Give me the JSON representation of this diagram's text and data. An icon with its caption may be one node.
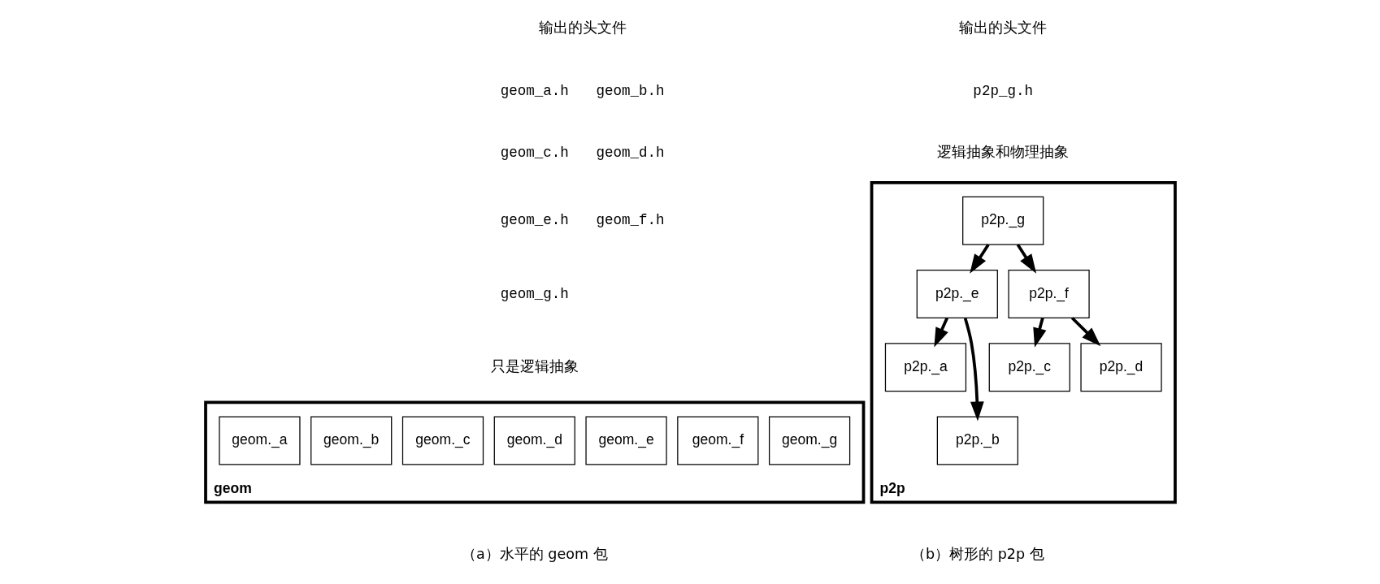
{
  "diagram": {
    "nodes": [
      {
        "text": [
          "geom"
        ]
      },
      {
        "text": [
          "geom._a"
        ],
        "in": 0
      },
      {
        "text": [
          "geom._b"
        ],
        "in": 0
      },
      {
        "text": [
          "geom._c"
        ],
        "in": 0
      },
      {
        "text": [
          "geom._d"
        ],
        "in": 0
      },
      {
        "text": [
          "geom._e"
        ],
        "in": 0
      },
      {
        "text": [
          "geom._f"
        ],
        "in": 0
      },
      {
        "text": [
          "geom._g"
        ],
        "in": 0
      },
      {
        "text": [
          "p2p"
        ]
      },
      {
        "text": [
          "p2p._g"
        ],
        "in": 8
      },
      {
        "text": [
          "p2p._e"
        ],
        "in": 8
      },
      {
        "text": [
          "p2p._f"
        ],
        "in": 8
      },
      {
        "text": [
          "p2p._a"
        ],
        "in": 8
      },
      {
        "text": [
          "p2p._b"
        ],
        "in": 8
      },
      {
        "text": [
          "p2p._c"
        ],
        "in": 8
      },
      {
        "text": [
          "p2p._d"
        ],
        "in": 8
      }
    ],
    "edges": [
      {
        "from": 9,
        "to": 10,
        "arrow": "to"
      },
      {
        "from": 9,
        "to": 11,
        "arrow": "to"
      },
      {
        "from": 10,
        "to": 12,
        "arrow": "to"
      },
      {
        "from": 10,
        "to": 13,
        "arrow": "to"
      },
      {
        "from": 11,
        "to": 14,
        "arrow": "to"
      },
      {
        "from": 11,
        "to": 15,
        "arrow": "to"
      }
    ],
    "labels": [
      "输出的头文件",
      "geom_a.h",
      "geom_b.h",
      "geom_c.h",
      "geom_d.h",
      "geom_e.h",
      "geom_f.h",
      "geom_g.h",
      "只是逻辑抽象",
      "（a）水平的 geom 包",
      "输出的头文件",
      "p2p_g.h",
      "逻辑抽象和物理抽象",
      "（b）树形的 p2p 包"
    ]
  }
}
